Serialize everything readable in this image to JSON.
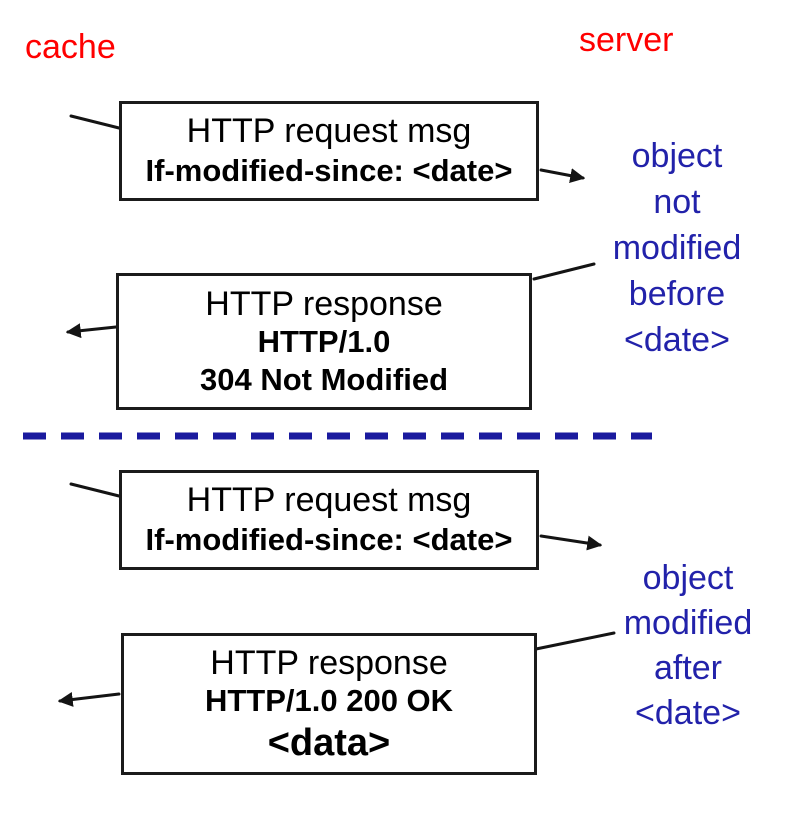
{
  "colors": {
    "page_bg": "#ffffff",
    "actor": "#ff0000",
    "annotation": "#2222aa",
    "divider": "#1a1a9e",
    "line": "#141414",
    "box_border": "#1b1b1b",
    "box_bg": "#ffffff",
    "box_text": "#000000"
  },
  "actors": {
    "left": "cache",
    "right": "server"
  },
  "case1": {
    "request": {
      "line1": "HTTP request msg",
      "line2": "If-modified-since: <date>"
    },
    "annotation": [
      "object",
      "not",
      "modified",
      "before",
      "<date>"
    ],
    "response": {
      "line1": "HTTP response",
      "line2": "HTTP/1.0",
      "line3": "304 Not Modified"
    }
  },
  "case2": {
    "request": {
      "line1": "HTTP request msg",
      "line2": "If-modified-since: <date>"
    },
    "annotation": [
      "object",
      "modified",
      "after",
      "<date>"
    ],
    "response": {
      "line1": "HTTP response",
      "line2": "HTTP/1.0 200 OK",
      "line3": "<data>"
    }
  }
}
